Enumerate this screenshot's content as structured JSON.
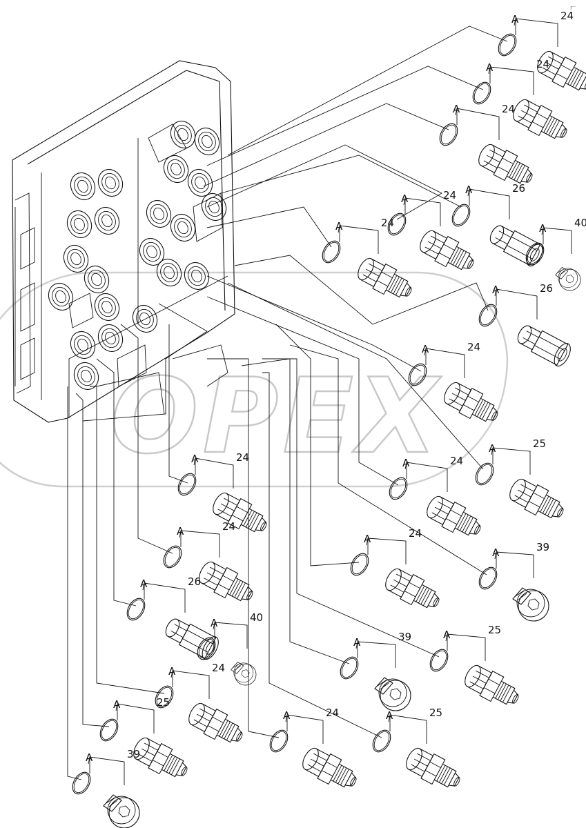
{
  "watermark": "OPEX",
  "corner_mark": "r⁻",
  "seal_mark": "A",
  "parts": [
    {
      "part": "24",
      "seal": "A"
    },
    {
      "part": "24",
      "seal": "A"
    },
    {
      "part": "24",
      "seal": "A"
    },
    {
      "part": "24",
      "seal": "A"
    },
    {
      "part": "24",
      "seal": "A"
    },
    {
      "part": "26",
      "seal": "A"
    },
    {
      "part": "40",
      "seal": "A"
    },
    {
      "part": "26",
      "seal": "A"
    },
    {
      "part": "24",
      "seal": "A"
    },
    {
      "part": "25",
      "seal": "A"
    },
    {
      "part": "24",
      "seal": "A"
    },
    {
      "part": "24",
      "seal": "A"
    },
    {
      "part": "24",
      "seal": "A"
    },
    {
      "part": "39",
      "seal": "A"
    },
    {
      "part": "24",
      "seal": "A"
    },
    {
      "part": "26",
      "seal": "A"
    },
    {
      "part": "40",
      "seal": "A"
    },
    {
      "part": "39",
      "seal": "A"
    },
    {
      "part": "25",
      "seal": "A"
    },
    {
      "part": "24",
      "seal": "A"
    },
    {
      "part": "25",
      "seal": "A"
    },
    {
      "part": "24",
      "seal": "A"
    },
    {
      "part": "25",
      "seal": "A"
    },
    {
      "part": "39",
      "seal": "A"
    }
  ],
  "icons": {
    "valve_block": "control-valve-body-icon",
    "o_ring": "o-ring-icon",
    "fitting": "hydraulic-fitting-icon",
    "plug": "hex-socket-plug-icon"
  }
}
